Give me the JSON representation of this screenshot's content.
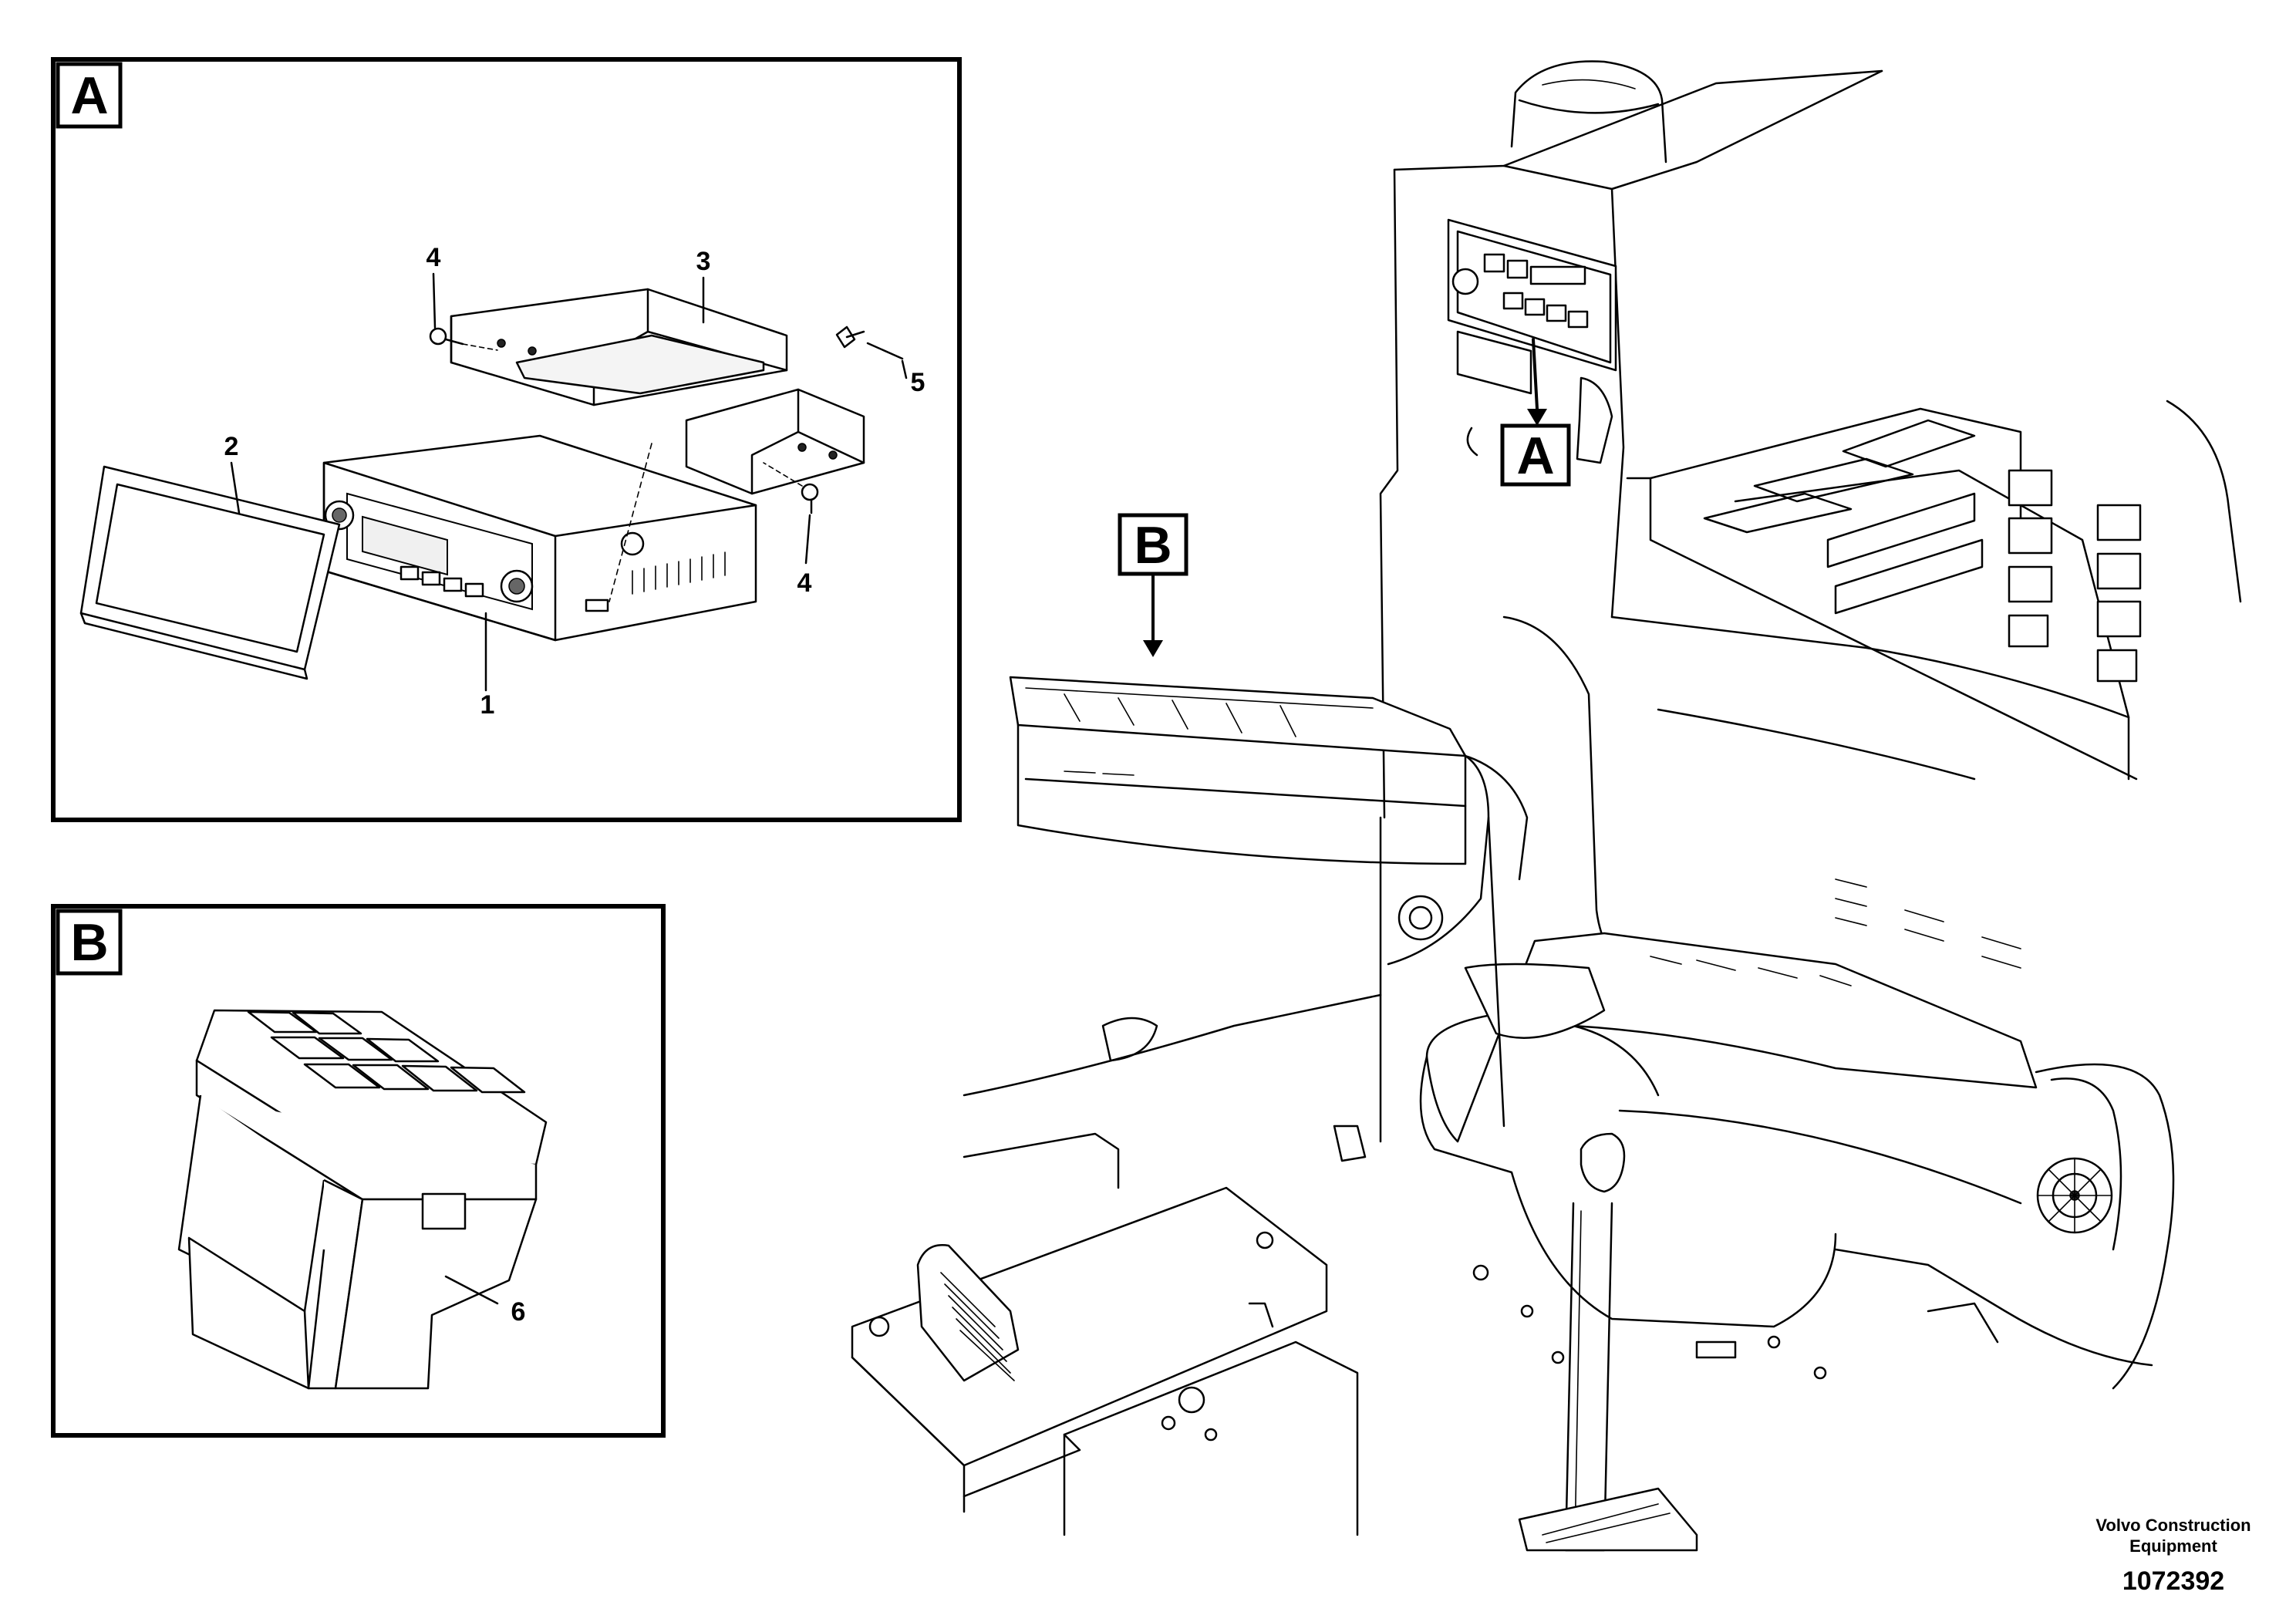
{
  "panels": {
    "a": {
      "letter": "A"
    },
    "b": {
      "letter": "B"
    }
  },
  "scene_labels": {
    "a": "A",
    "b": "B"
  },
  "callouts": {
    "c1": "1",
    "c2": "2",
    "c3": "3",
    "c4a": "4",
    "c4b": "4",
    "c5": "5",
    "c6": "6"
  },
  "footer": {
    "brand_line1": "Volvo Construction",
    "brand_line2": "Equipment",
    "part_number": "1072392"
  }
}
